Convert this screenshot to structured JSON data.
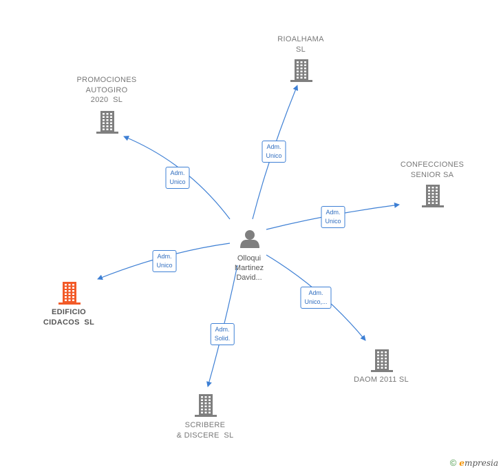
{
  "center": {
    "name": "Olloqui\nMartinez\nDavid..."
  },
  "nodes": [
    {
      "id": "rioalhama",
      "label": "RIOALHAMA\nSL",
      "edge_label": "Adm.\nUnico",
      "highlight": false
    },
    {
      "id": "promociones",
      "label": "PROMOCIONES\nAUTOGIRO\n2020  SL",
      "edge_label": "Adm.\nUnico",
      "highlight": false
    },
    {
      "id": "confecciones",
      "label": "CONFECCIONES\nSENIOR SA",
      "edge_label": "Adm.\nUnico",
      "highlight": false
    },
    {
      "id": "edificio",
      "label": "EDIFICIO\nCIDACOS  SL",
      "edge_label": "Adm.\nUnico",
      "highlight": true
    },
    {
      "id": "daom",
      "label": "DAOM 2011 SL",
      "edge_label": "Adm.\nUnico,...",
      "highlight": false
    },
    {
      "id": "scribere",
      "label": "SCRIBERE\n& DISCERE  SL",
      "edge_label": "Adm.\nSolid.",
      "highlight": false
    }
  ],
  "colors": {
    "edge": "#3d7fd4",
    "building": "#7f7f7f",
    "building_highlight": "#f25a28",
    "person": "#7f7f7f"
  },
  "footer": {
    "copyright_symbol": "©",
    "brand_initial": "e",
    "brand_rest": "mpresia"
  }
}
